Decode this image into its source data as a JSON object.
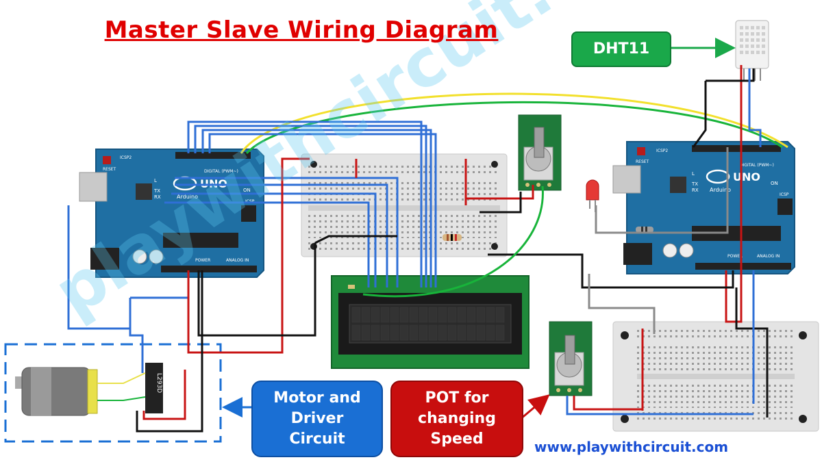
{
  "title": "Master Slave Wiring Diagram",
  "callouts": {
    "dht": "DHT11",
    "motor_line1": "Motor and",
    "motor_line2": "Driver",
    "motor_line3": "Circuit",
    "pot_line1": "POT for",
    "pot_line2": "changing",
    "pot_line3": "Speed"
  },
  "website": "www.playwithcircuit.com",
  "watermark": "playwithcircuit.com",
  "boards": {
    "uno_logo": "UNO",
    "brand": "Arduino",
    "digital_label": "DIGITAL (PWM~)",
    "analog_label": "ANALOG IN",
    "power_label": "POWER",
    "reset_label": "RESET",
    "icsp_label": "ICSP",
    "icsp2_label": "ICSP2",
    "tx": "TX",
    "rx": "RX",
    "l": "L",
    "on": "ON"
  },
  "chip_label": "L293D",
  "colors": {
    "title": "#e00000",
    "arduino": "#1f6fa3",
    "breadboard": "#e6e6e6",
    "lcd_pcb": "#1f8a3a",
    "wire_blue": "#2f6fd6",
    "wire_red": "#c81414",
    "wire_black": "#111111",
    "wire_yellow": "#f2e02c",
    "wire_green": "#18b43a",
    "wire_gray": "#8a8a8a"
  }
}
